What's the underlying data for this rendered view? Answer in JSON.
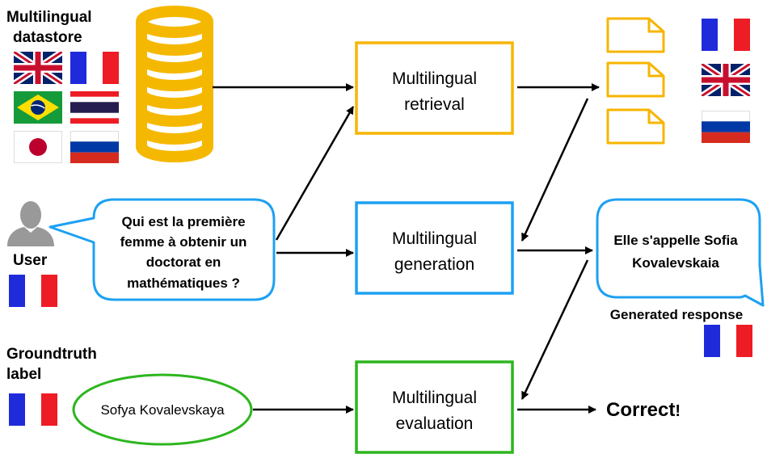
{
  "datastore": {
    "title_line1": "Multilingual",
    "title_line2": "datastore",
    "flags": [
      "uk",
      "france",
      "brazil",
      "thailand",
      "japan",
      "russia"
    ]
  },
  "retrieval": {
    "label_line1": "Multilingual",
    "label_line2": "retrieval",
    "doc_flags": [
      "france",
      "uk",
      "russia"
    ]
  },
  "generation": {
    "label_line1": "Multilingual",
    "label_line2": "generation"
  },
  "evaluation": {
    "label_line1": "Multilingual",
    "label_line2": "evaluation"
  },
  "user": {
    "label": "User",
    "flag": "france",
    "question_lines": [
      "Qui est la première",
      "femme à obtenir un",
      "doctorat en",
      "mathématiques ?"
    ]
  },
  "response": {
    "lines": [
      "Elle s'appelle Sofia",
      "Kovalevskaia"
    ],
    "caption": "Generated response",
    "flag": "france"
  },
  "groundtruth": {
    "title_line1": "Groundtruth",
    "title_line2": "label",
    "answer": "Sofya Kovalevskaya",
    "flag": "france"
  },
  "result": {
    "text": "Correct",
    "suffix": "!"
  },
  "colors": {
    "retrieval": "#F7B500",
    "generation": "#1DA1F2",
    "evaluation": "#2DB61E",
    "database": "#F5B800",
    "user_icon": "#999999",
    "arrow": "#000000"
  }
}
